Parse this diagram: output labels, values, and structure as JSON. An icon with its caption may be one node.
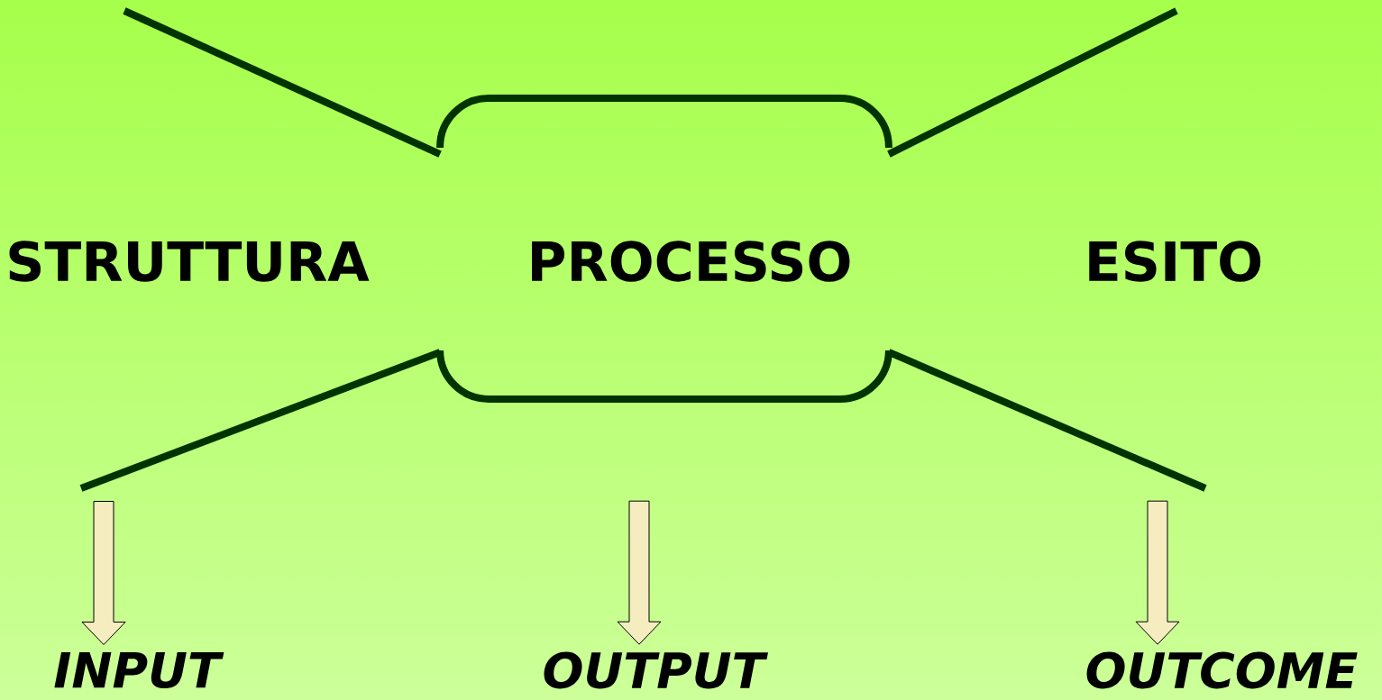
{
  "diagram": {
    "nodes": [
      {
        "text": [
          "STRUTTURA"
        ]
      },
      {
        "text": [
          "PROCESSO"
        ]
      },
      {
        "text": [
          "ESITO"
        ]
      },
      {
        "text": [
          "INPUT"
        ]
      },
      {
        "text": [
          "OUTPUT"
        ]
      },
      {
        "text": [
          "OUTCOME"
        ]
      }
    ],
    "edges": [
      {
        "from": null,
        "to": 3,
        "arrow": "to"
      },
      {
        "from": null,
        "to": 4,
        "arrow": "to"
      },
      {
        "from": null,
        "to": 5,
        "arrow": "to"
      },
      {
        "from": 1,
        "to": null,
        "arrow": "none"
      },
      {
        "from": 1,
        "to": null,
        "arrow": "none"
      },
      {
        "from": 1,
        "to": null,
        "arrow": "none"
      },
      {
        "from": 1,
        "to": null,
        "arrow": "none"
      }
    ]
  }
}
